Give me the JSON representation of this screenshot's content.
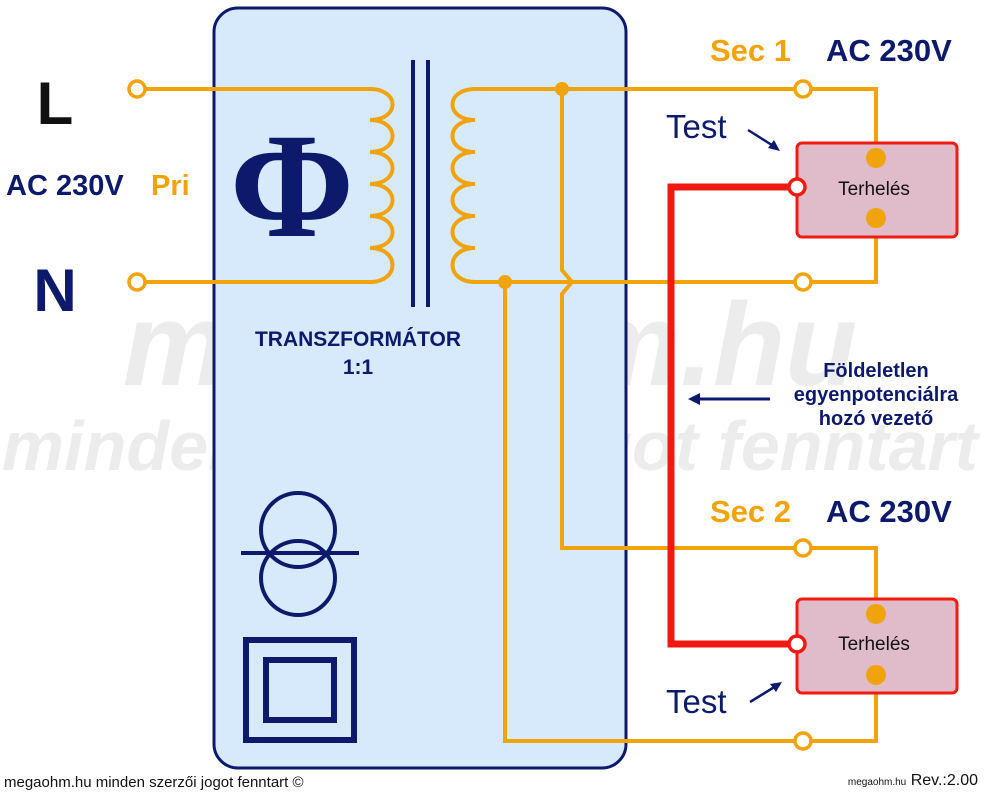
{
  "watermark": {
    "line1": "megaohm.hu",
    "line2": "minden szerzői jogot fenntart"
  },
  "primary": {
    "line_label": "L",
    "neutral_label": "N",
    "voltage_label": "AC 230V",
    "pri_label": "Pri"
  },
  "transformer": {
    "phi_symbol": "Φ",
    "title": "TRANSZFORMÁTOR",
    "ratio": "1:1",
    "symbols": [
      "isolating-transformer-symbol",
      "double-insulation-symbol"
    ]
  },
  "secondaries": [
    {
      "sec_label": "Sec 1",
      "voltage_label": "AC 230V",
      "load_label": "Terhelés",
      "test_label": "Test"
    },
    {
      "sec_label": "Sec 2",
      "voltage_label": "AC 230V",
      "load_label": "Terhelés",
      "test_label": "Test"
    }
  ],
  "bonding_note": {
    "line1": "Földeletlen",
    "line2": "egyenpotenciálra",
    "line3": "hozó vezető"
  },
  "colors": {
    "navy": "#0d1a6b",
    "wire": "#f0a30a",
    "bond": "#f01a10",
    "box_fill": "#d6eafc",
    "load_fill": "#e0bccb"
  },
  "footer": {
    "copyright": "megaohm.hu minden szerzői jogot fenntart ©",
    "site": "megaohm.hu",
    "revision": "Rev.:2.00"
  }
}
